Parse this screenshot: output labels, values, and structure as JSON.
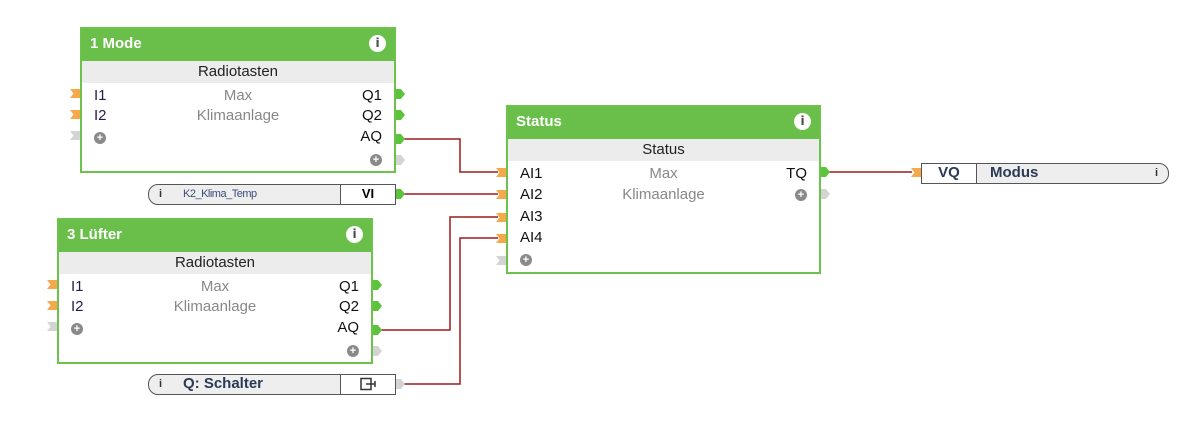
{
  "blocks": {
    "mode": {
      "title": "1 Mode",
      "type": "Radiotasten",
      "inputs": [
        "I1",
        "I2"
      ],
      "params": [
        "Max",
        "Klimaanlage"
      ],
      "outputs": [
        "Q1",
        "Q2",
        "AQ"
      ],
      "info_icon": "i",
      "add_icon": "+"
    },
    "luefter": {
      "title": "3 Lüfter",
      "type": "Radiotasten",
      "inputs": [
        "I1",
        "I2"
      ],
      "params": [
        "Max",
        "Klimaanlage"
      ],
      "outputs": [
        "Q1",
        "Q2",
        "AQ"
      ],
      "info_icon": "i",
      "add_icon": "+"
    },
    "status": {
      "title": "Status",
      "type": "Status",
      "inputs": [
        "AI1",
        "AI2",
        "AI3",
        "AI4"
      ],
      "params": [
        "Max",
        "Klimaanlage"
      ],
      "outputs": [
        "TQ"
      ],
      "info_icon": "i",
      "add_icon": "+"
    }
  },
  "io_inputs": {
    "klima_temp": {
      "label": "K2_Klima_Temp",
      "type": "VI",
      "info_icon": "i"
    },
    "schalter": {
      "label": "Q: Schalter",
      "type_icon": "output-symbol",
      "info_icon": "i"
    }
  },
  "io_outputs": {
    "modus": {
      "type": "VQ",
      "label": "Modus",
      "info_icon": "i"
    }
  },
  "colors": {
    "header": "#6abf4b",
    "wire": "#9b1c1c",
    "input_pin": "#f5a94a",
    "output_pin": "#5cc43a"
  }
}
